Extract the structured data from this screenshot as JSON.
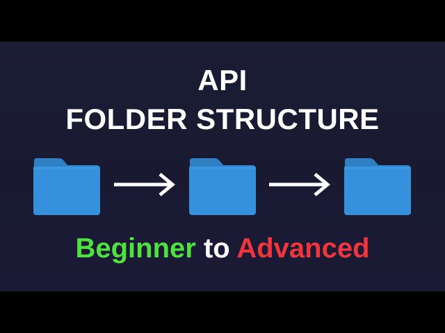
{
  "title": {
    "line1": "API",
    "line2": "FOLDER STRUCTURE"
  },
  "subtitle": {
    "word1": "Beginner",
    "word2": "to",
    "word3": "Advanced"
  },
  "icons": {
    "folders": [
      "folder-icon",
      "folder-icon",
      "folder-icon"
    ],
    "arrows": [
      "arrow-right-icon",
      "arrow-right-icon"
    ]
  },
  "colors": {
    "background": "#1b1d34",
    "letterbox": "#000000",
    "folder_front": "#3591db",
    "folder_back": "#2f7fc3",
    "beginner": "#4fe13e",
    "advanced": "#f0353c",
    "text": "#ffffff"
  }
}
